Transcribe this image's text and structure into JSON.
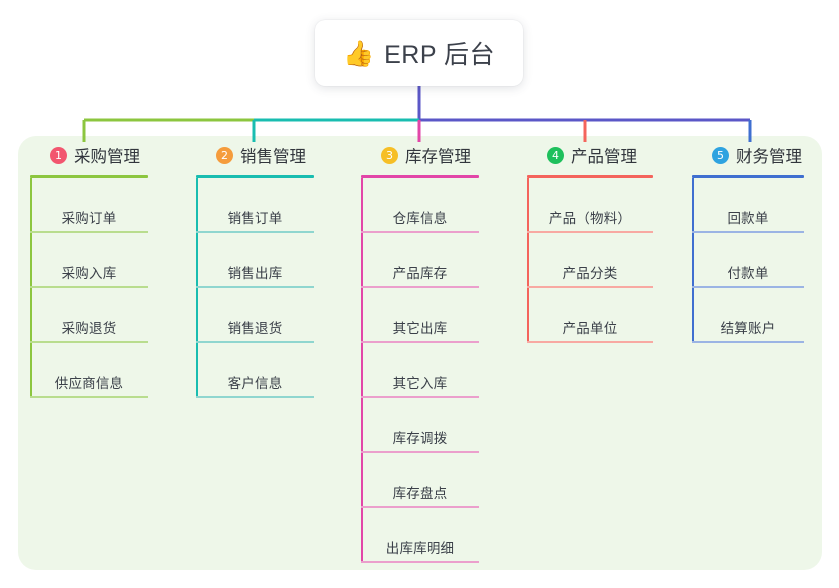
{
  "root": {
    "emoji": "👍",
    "emoji_name": "thumbs-up-icon",
    "title": "ERP 后台"
  },
  "theme": {
    "panel_bg": "#eef7e9",
    "page_bg": "#ffffff",
    "card_bg": "#ffffff",
    "text": "#3b4049",
    "bus_left_green": "#77bb45",
    "bus_teal": "#16b3a5",
    "bus_purple": "#5b57c7",
    "stub_pink": "#e8559c",
    "stub_red": "#f4665f",
    "stub_blue": "#3f6fd0"
  },
  "columns": [
    {
      "index": "1",
      "badge_color": "#f2566f",
      "title": "采购管理",
      "rule_color": "#8cc63f",
      "spine_color": "#8cc63f",
      "item_rule_color": "#b9dd8e",
      "items": [
        {
          "label": "采购订单"
        },
        {
          "label": "采购入库"
        },
        {
          "label": "采购退货"
        },
        {
          "label": "供应商信息"
        }
      ]
    },
    {
      "index": "2",
      "badge_color": "#f59c3c",
      "title": "销售管理",
      "rule_color": "#19bdb0",
      "spine_color": "#19bdb0",
      "item_rule_color": "#8fd6cf",
      "items": [
        {
          "label": "销售订单"
        },
        {
          "label": "销售出库"
        },
        {
          "label": "销售退货"
        },
        {
          "label": "客户信息"
        }
      ]
    },
    {
      "index": "3",
      "badge_color": "#f6bf26",
      "title": "库存管理",
      "rule_color": "#e246a8",
      "spine_color": "#e246a8",
      "item_rule_color": "#eb9fcc",
      "items": [
        {
          "label": "仓库信息"
        },
        {
          "label": "产品库存"
        },
        {
          "label": "其它出库"
        },
        {
          "label": "其它入库"
        },
        {
          "label": "库存调拨"
        },
        {
          "label": "库存盘点"
        },
        {
          "label": "出库库明细"
        }
      ]
    },
    {
      "index": "4",
      "badge_color": "#1ec05c",
      "title": "产品管理",
      "rule_color": "#f4645c",
      "spine_color": "#f4645c",
      "item_rule_color": "#f8a9a2",
      "items": [
        {
          "label": "产品（物料）"
        },
        {
          "label": "产品分类"
        },
        {
          "label": "产品单位"
        }
      ]
    },
    {
      "index": "5",
      "badge_color": "#2ea3e0",
      "title": "财务管理",
      "rule_color": "#3f6fd0",
      "spine_color": "#3f6fd0",
      "item_rule_color": "#9bb4e4",
      "items": [
        {
          "label": "回款单"
        },
        {
          "label": "付款单"
        },
        {
          "label": "结算账户"
        }
      ]
    }
  ]
}
